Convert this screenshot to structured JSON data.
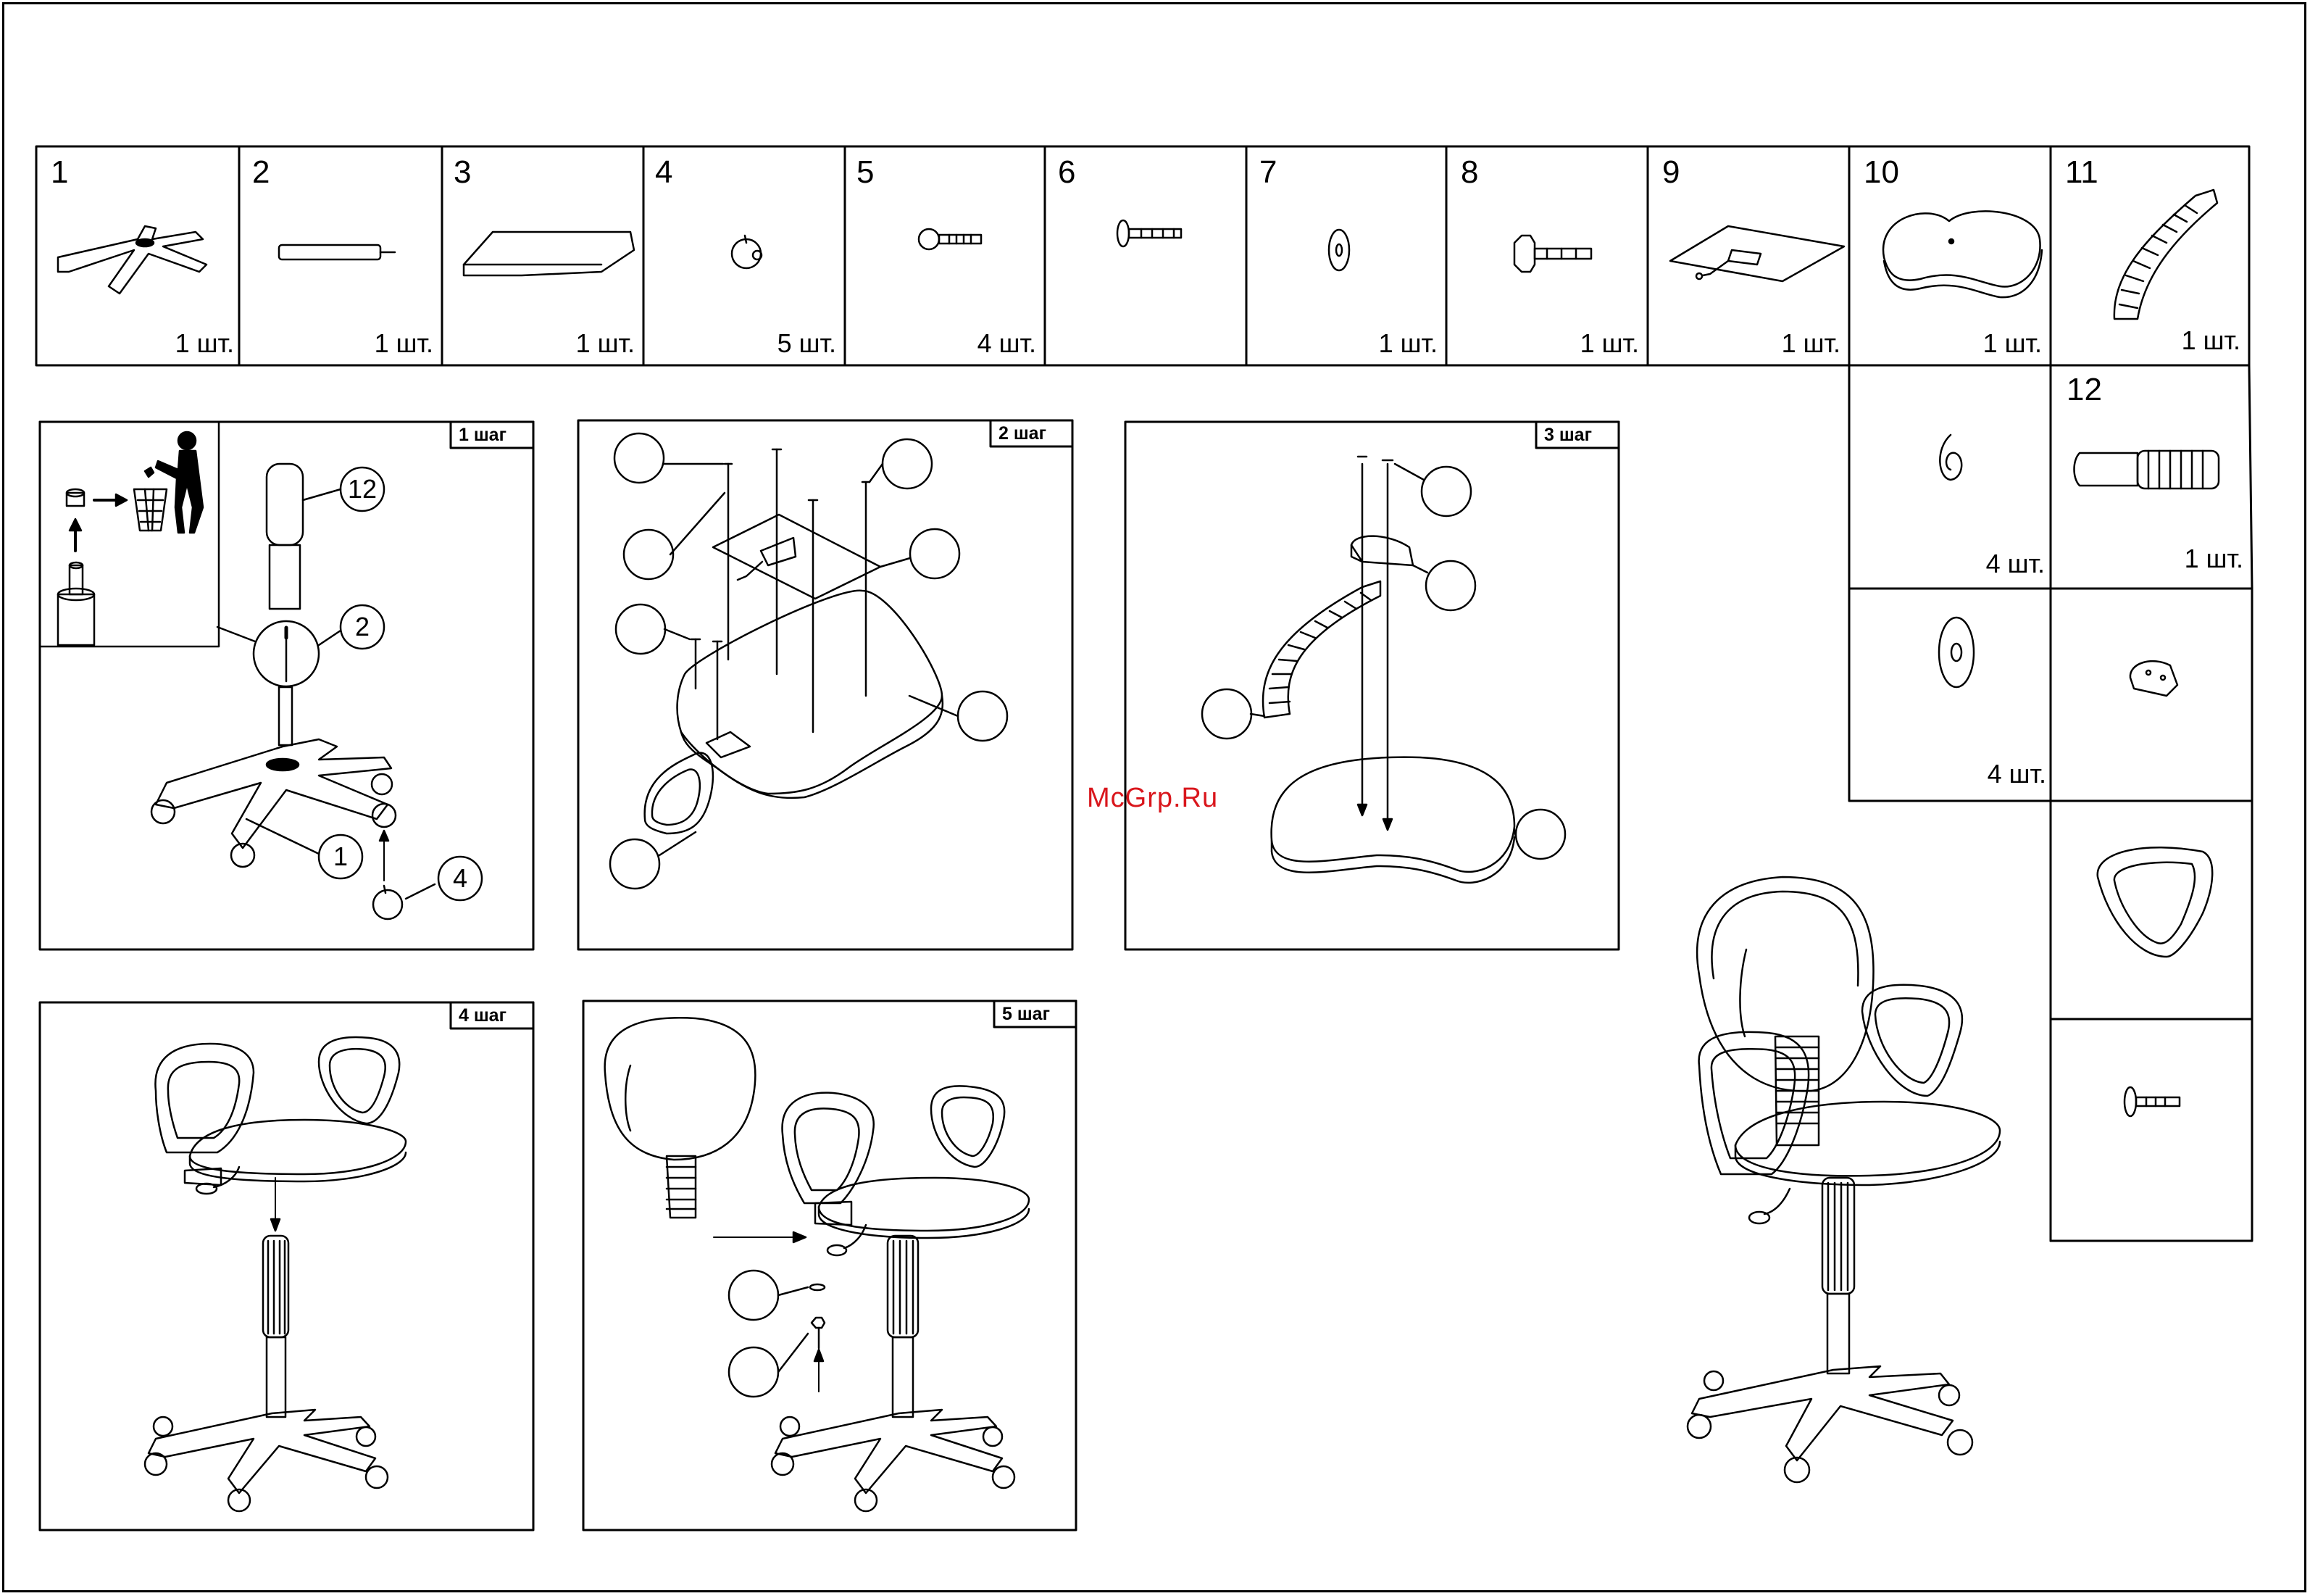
{
  "parts": [
    {
      "number": "1",
      "qty": "1 шт."
    },
    {
      "number": "2",
      "qty": "1 шт."
    },
    {
      "number": "3",
      "qty": "1 шт."
    },
    {
      "number": "4",
      "qty": "5 шт."
    },
    {
      "number": "5",
      "qty": "4 шт."
    },
    {
      "number": "6",
      "qty": ""
    },
    {
      "number": "7",
      "qty": "1 шт."
    },
    {
      "number": "8",
      "qty": "1 шт."
    },
    {
      "number": "9",
      "qty": "1 шт."
    },
    {
      "number": "10",
      "qty": "1 шт."
    },
    {
      "number": "11",
      "qty": "1 шт."
    }
  ],
  "extra_parts": [
    {
      "number": "",
      "qty": "4 шт."
    },
    {
      "number": "12",
      "qty": "1 шт."
    },
    {
      "number": "",
      "qty": "4 шт."
    },
    {
      "number": "",
      "qty": ""
    },
    {
      "number": "",
      "qty": ""
    },
    {
      "number": "",
      "qty": ""
    }
  ],
  "steps": [
    {
      "label": "1 шаг",
      "callouts": [
        "12",
        "2",
        "1",
        "4"
      ]
    },
    {
      "label": "2 шаг",
      "callouts": []
    },
    {
      "label": "3 шаг",
      "callouts": []
    },
    {
      "label": "4 шаг",
      "callouts": []
    },
    {
      "label": "5 шаг",
      "callouts": []
    }
  ],
  "watermark": "McGrp.Ru",
  "colors": {
    "line": "#000000",
    "background": "#ffffff",
    "watermark": "#d9161c"
  }
}
